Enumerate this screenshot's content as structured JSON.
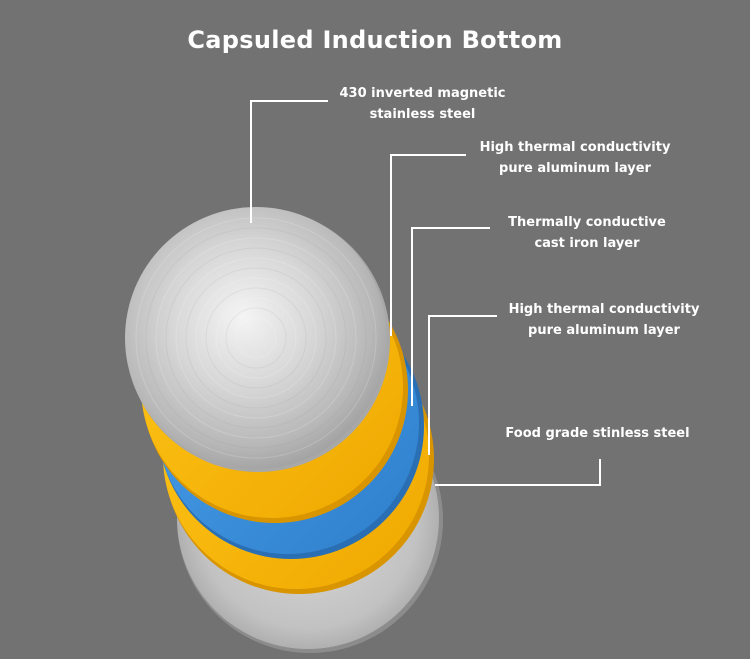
{
  "title": "Capsuled Induction Bottom",
  "layers": [
    {
      "line1": "430 inverted magnetic",
      "line2": "stainless steel",
      "color": "#c9c9c9"
    },
    {
      "line1": "High thermal conductivity",
      "line2": "pure aluminum layer",
      "color": "#f7bb0a"
    },
    {
      "line1": "Thermally conductive",
      "line2": "cast iron layer",
      "color": "#3a8fdc"
    },
    {
      "line1": "High thermal conductivity",
      "line2": "pure aluminum layer",
      "color": "#f7bb0a"
    },
    {
      "line1": "Food grade stinless steel",
      "line2": "",
      "color": "#bdbdbd"
    }
  ],
  "colors": {
    "background": "#727272",
    "text": "#ffffff",
    "leader_line": "#ffffff"
  }
}
